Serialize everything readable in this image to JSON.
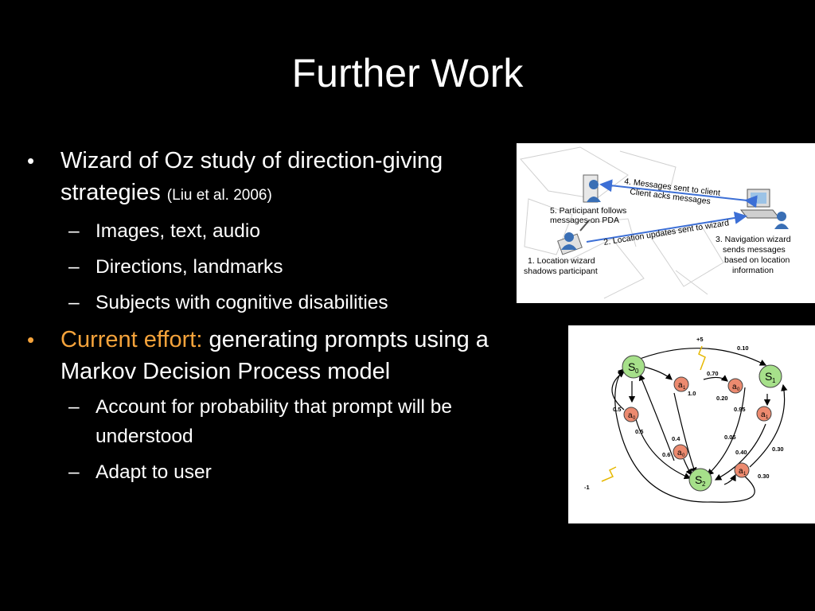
{
  "slide": {
    "title": "Further Work",
    "bullets": [
      {
        "text": "Wizard of Oz study of direction-giving strategies",
        "citation": "(Liu et al. 2006)",
        "sub": [
          "Images, text, audio",
          "Directions, landmarks",
          "Subjects with cognitive disabilities"
        ]
      },
      {
        "highlight": "Current effort:",
        "text": "generating prompts using a Markov Decision Process model",
        "sub": [
          "Account for probability that prompt will be understood",
          "Adapt to user"
        ]
      }
    ],
    "bullet_glyph": "•",
    "dash_glyph": "–"
  },
  "figure1": {
    "labels": {
      "step4a": "4. Messages sent to client",
      "step4b": "Client acks messages",
      "step5a": "5. Participant follows",
      "step5b": "messages on PDA",
      "step2": "2. Location updates sent to wizard",
      "step3a": "3. Navigation wizard",
      "step3b": "sends messages",
      "step3c": "based on location",
      "step3d": "information",
      "step1a": "1. Location wizard",
      "step1b": "shadows participant"
    }
  },
  "figure2": {
    "states": {
      "s0": "S",
      "s0sub": "0",
      "s1": "S",
      "s1sub": "1",
      "s2": "S",
      "s2sub": "2"
    },
    "actions": {
      "a": "a",
      "sub0": "0",
      "sub1": "1"
    },
    "rewards": {
      "pos": "+5",
      "neg": "-1"
    },
    "probs": {
      "p010": "0.10",
      "p070": "0.70",
      "p020": "0.20",
      "p10": "1.0",
      "p095": "0.95",
      "p05a": "0.5",
      "p05b": "0.5",
      "p04": "0.4",
      "p06": "0.6",
      "p005": "0.05",
      "p040": "0.40",
      "p030a": "0.30",
      "p030b": "0.30"
    }
  },
  "colors": {
    "background": "#000000",
    "text": "#ffffff",
    "accent": "#f5a33b",
    "state": "#a6e08a",
    "action": "#ec8a6f"
  }
}
